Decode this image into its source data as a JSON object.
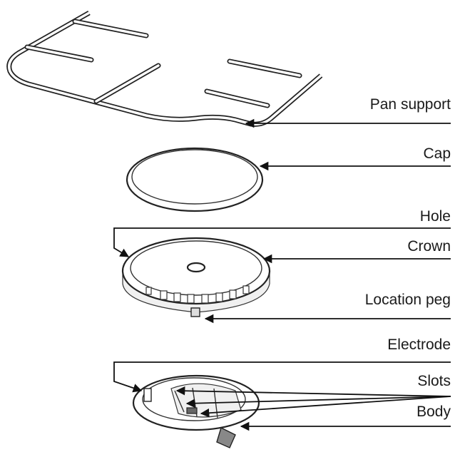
{
  "labels": {
    "pan_support": "Pan support",
    "cap": "Cap",
    "hole": "Hole",
    "crown": "Crown",
    "location_peg": "Location peg",
    "electrode": "Electrode",
    "slots": "Slots",
    "body": "Body"
  }
}
